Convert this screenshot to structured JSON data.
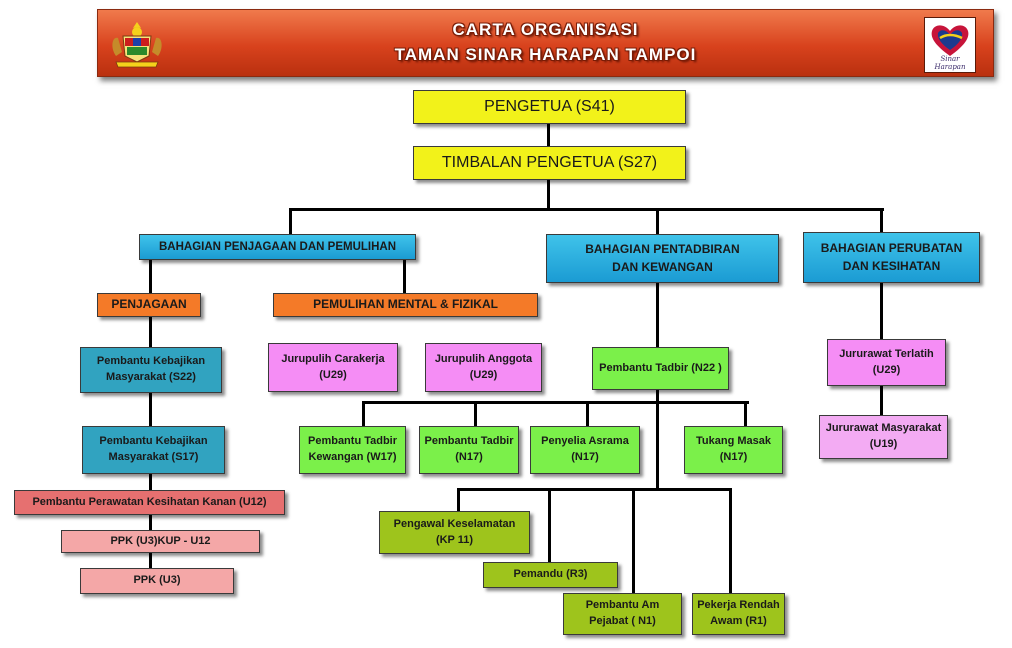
{
  "header": {
    "line1": "CARTA ORGANISASI",
    "line2": "TAMAN SINAR HARAPAN TAMPOI",
    "logo_caption": "Sinar Harapan"
  },
  "nodes": {
    "pengetua": "PENGETUA  (S41)",
    "timbalan": "TIMBALAN  PENGETUA (S27)",
    "bhg_penjagaan": "BAHAGIAN PENJAGAAN DAN PEMULIHAN",
    "bhg_pentadbiran": "BAHAGIAN  PENTADBIRAN\nDAN KEWANGAN",
    "bhg_perubatan": "BAHAGIAN PERUBATAN\nDAN KESIHATAN",
    "penjagaan": "PENJAGAAN",
    "pemulihan": "PEMULIHAN MENTAL & FIZIKAL",
    "pkm_s22": "Pembantu Kebajikan\nMasyarakat (S22)",
    "pkm_s17": "Pembantu Kebajikan\nMasyarakat  (S17)",
    "ppk_kanan": "Pembantu Perawatan Kesihatan  Kanan (U12)",
    "ppk_kup": "PPK (U3)KUP  - U12",
    "ppk_u3": "PPK (U3)",
    "carakerja": "Jurupulih Carakerja\n(U29)",
    "anggota": "Jurupulih Anggota\n(U29)",
    "pembantu_tadbir_n22": "Pembantu Tadbir (N22 )",
    "pt_kewangan": "Pembantu Tadbir\nKewangan (W17)",
    "pt_n17": "Pembantu Tadbir\n(N17)",
    "penyelia_asrama": "Penyelia Asrama\n(N17)",
    "tukang_masak": "Tukang Masak\n(N17)",
    "pengawal": "Pengawal Keselamatan\n(KP 11)",
    "pemandu": "Pemandu  (R3)",
    "pembantu_am": "Pembantu Am\nPejabat ( N1)",
    "pekerja_rendah": "Pekerja Rendah\nAwam (R1)",
    "jururawat_terlatih": "Jururawat Terlatih\n(U29)",
    "jururawat_masyarakat": "Jururawat Masyarakat\n(U19)"
  },
  "colors": {
    "banner": "#d8421d",
    "top_level": "#f2f21a",
    "division": "#1b9bd3",
    "unit": "#f47a28",
    "therapist": "#f58df5",
    "welfare": "#31a3c0",
    "admin_staff": "#7bf04a",
    "support_staff": "#9ec41c",
    "health_senior": "#e67070",
    "health_junior": "#f4a7a7",
    "nursing": "#f3abf3"
  }
}
